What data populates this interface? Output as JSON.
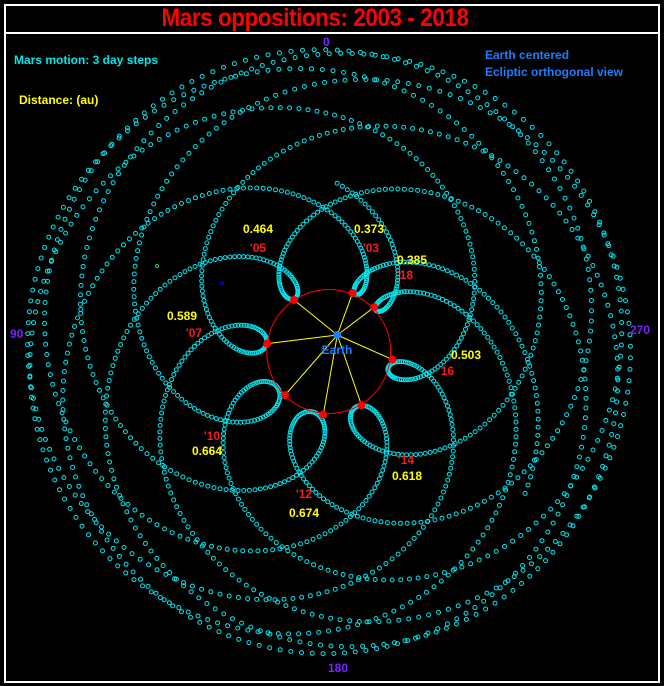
{
  "title": "Mars oppositions: 2003 - 2018",
  "legend": {
    "motion": "Mars motion: 3 day steps",
    "distance": "Distance: (au)",
    "view_line1": "Earth centered",
    "view_line2": "Ecliptic orthogonal view"
  },
  "compass": {
    "top": "0",
    "left": "90",
    "right": "270",
    "bottom": "180"
  },
  "center_label": "Earth",
  "colors": {
    "path": "#00e5ee",
    "opposition": "#ff0000",
    "line": "#ffff00",
    "earth": "#1a7fff",
    "compass": "#7a22ff"
  },
  "oppositions": [
    {
      "year": "'03",
      "distance": "0.373",
      "longitude_deg": 340
    },
    {
      "year": "'05",
      "distance": "0.464",
      "longitude_deg": 51
    },
    {
      "year": "'07",
      "distance": "0.589",
      "longitude_deg": 97
    },
    {
      "year": "'10",
      "distance": "0.664",
      "longitude_deg": 139
    },
    {
      "year": "'12",
      "distance": "0.674",
      "longitude_deg": 170
    },
    {
      "year": "'14",
      "distance": "0.618",
      "longitude_deg": 199
    },
    {
      "year": "'16",
      "distance": "0.503",
      "longitude_deg": 246
    },
    {
      "year": "'18",
      "distance": "0.385",
      "longitude_deg": 307
    }
  ]
}
